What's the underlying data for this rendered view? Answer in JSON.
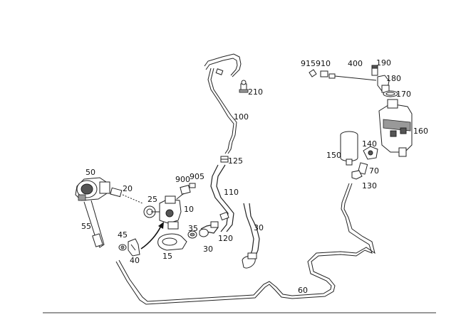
{
  "diagram": {
    "callouts": {
      "c50": "50",
      "c20": "20",
      "c25": "25",
      "c55": "55",
      "c45": "45",
      "c40": "40",
      "c15": "15",
      "c35": "35",
      "c30a": "30",
      "c10": "10",
      "c900": "900",
      "c905": "905",
      "c120": "120",
      "c110": "110",
      "c125": "125",
      "c100": "100",
      "c210": "210",
      "c30b": "30",
      "c60": "60",
      "c915": "915",
      "c910": "910",
      "c400": "400",
      "c190": "190",
      "c180": "180",
      "c170": "170",
      "c160": "160",
      "c150": "150",
      "c140": "140",
      "c70": "70",
      "c130": "130"
    }
  }
}
